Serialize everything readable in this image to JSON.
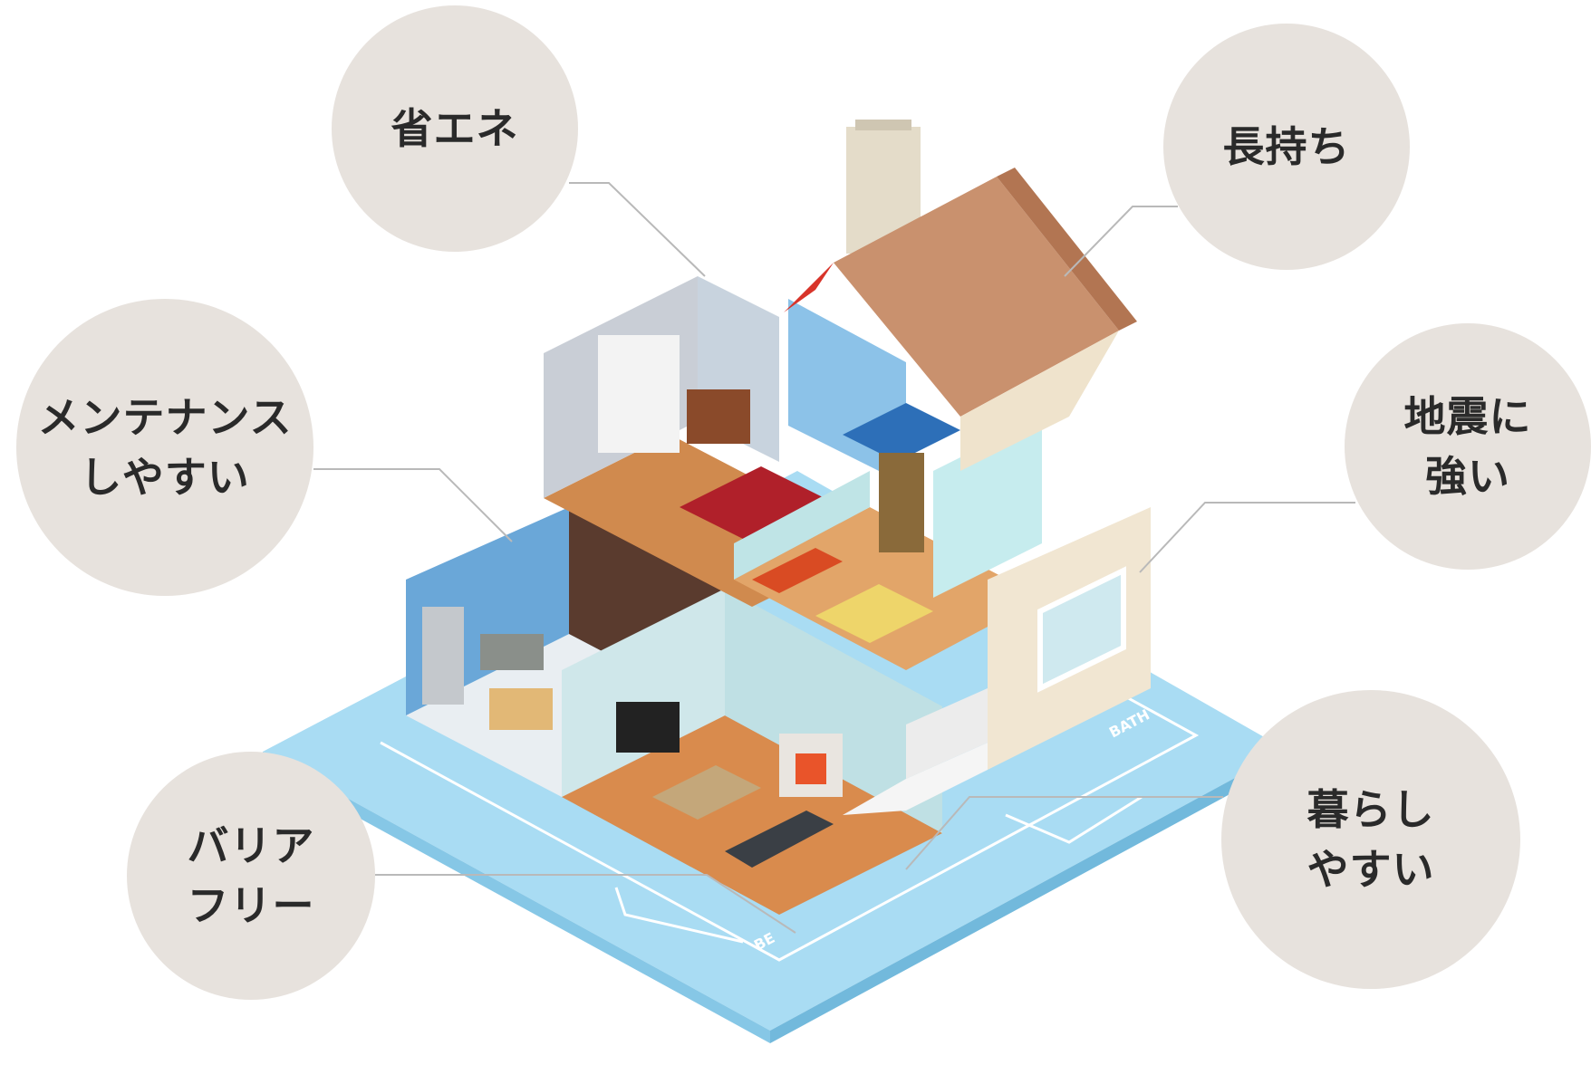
{
  "features": [
    {
      "id": "energy",
      "label": "省エネ"
    },
    {
      "id": "long",
      "label": "長持ち"
    },
    {
      "id": "maint",
      "label": "メンテナンス\nしやすい"
    },
    {
      "id": "quake",
      "label": "地震に\n強い"
    },
    {
      "id": "easy",
      "label": "暮らし\nやすい"
    },
    {
      "id": "barrier",
      "label": "バリア\nフリー"
    }
  ],
  "floorplan": {
    "label_bath": "BATH",
    "label_bed": "BE"
  },
  "colors": {
    "bubble": "#e7e2dd",
    "plan": "#9fd8f3",
    "line": "#b9b9b9",
    "roof": "#c9916e",
    "floor": "#d98b4d"
  }
}
